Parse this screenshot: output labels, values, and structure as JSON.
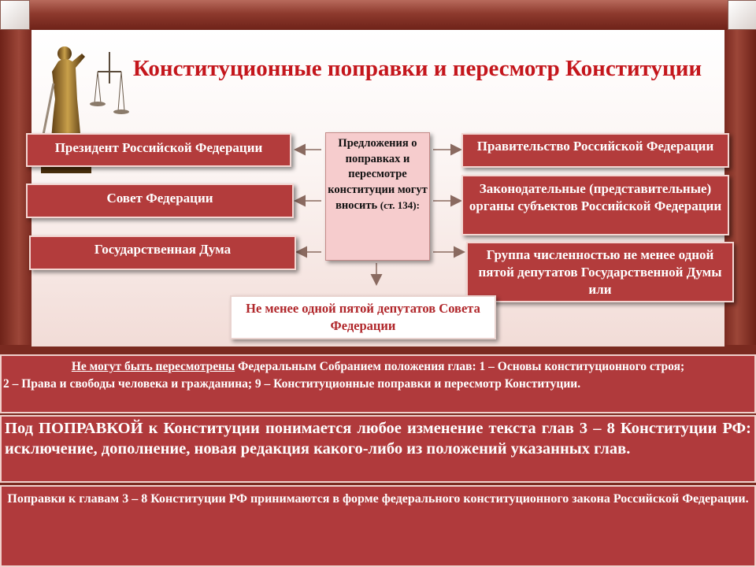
{
  "title": "Конституционные поправки и пересмотр Конституции",
  "left_boxes": [
    "Президент Российской Федерации",
    "Совет Федерации",
    "Государственная Дума"
  ],
  "center_box": {
    "text": "Предложения о поправках и пересмотре конституции могут вносить",
    "ref": "(ст. 134):"
  },
  "right_boxes": [
    "Правительство Российской Федерации",
    "Законодательные (представительные) органы субъектов Российской Федерации",
    "Группа численностью не менее одной пятой депутатов Государственной Думы или"
  ],
  "bottom_box": "Не менее одной пятой депутатов Совета Федерации",
  "band1": {
    "underlined": "Не могут быть пересмотрены",
    "rest": " Федеральным Собранием положения глав:  1 – Основы конституционного строя;",
    "line3": "2 – Права и свободы человека и гражданина;   9 – Конституционные поправки и пересмотр Конституции."
  },
  "band2": "Под   ПОПРАВКОЙ   к Конституции понимается любое изменение текста глав 3 – 8 Конституции  РФ: исключение, дополнение, новая редакция какого-либо из положений указанных глав.",
  "band3": "Поправки к главам 3 – 8 Конституции РФ принимаются в форме федерального конституционного закона Российской Федерации.",
  "colors": {
    "box_fill": "#b33c3c",
    "title": "#c4161c",
    "center_fill": "#f6cccd",
    "frame": "#7a2a20"
  },
  "icons": [
    "themis-statue-icon"
  ]
}
